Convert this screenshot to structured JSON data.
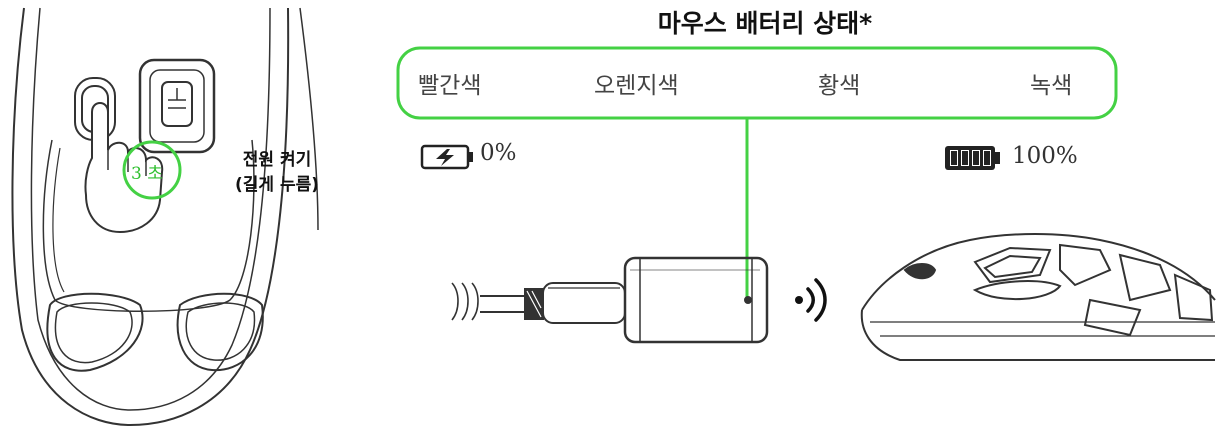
{
  "title": "마우스 배터리 상태*",
  "status_levels": [
    {
      "label": "빨간색"
    },
    {
      "label": "오렌지색"
    },
    {
      "label": "황색"
    },
    {
      "label": "녹색"
    }
  ],
  "battery": {
    "empty_label": "0%",
    "full_label": "100%"
  },
  "power_on": {
    "seconds_label": "3 초",
    "line1": "전원 켜기",
    "line2": "(길게 누름)"
  },
  "colors": {
    "accent": "#44d144",
    "outline": "#333333"
  }
}
